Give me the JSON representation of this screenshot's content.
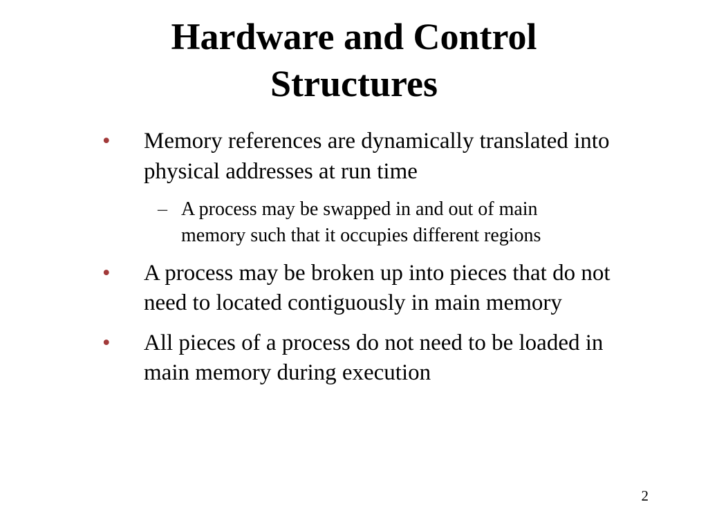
{
  "slide": {
    "title": "Hardware and Control Structures",
    "bullets": [
      {
        "text": "Memory references are dynamically translated into physical addresses at run time",
        "sub": [
          "A process may be swapped in and out of main memory such that it occupies different regions"
        ]
      },
      {
        "text": "A process may be broken up into pieces that do not need to located contiguously in main memory",
        "sub": []
      },
      {
        "text": "All pieces of a process do not need to be loaded in main memory during execution",
        "sub": []
      }
    ],
    "markers": {
      "bullet_char": "•",
      "dash_char": "–"
    },
    "page_number": "2"
  },
  "colors": {
    "bullet": "#a23a3a",
    "dash": "#333333",
    "text": "#000000",
    "background": "#ffffff"
  }
}
